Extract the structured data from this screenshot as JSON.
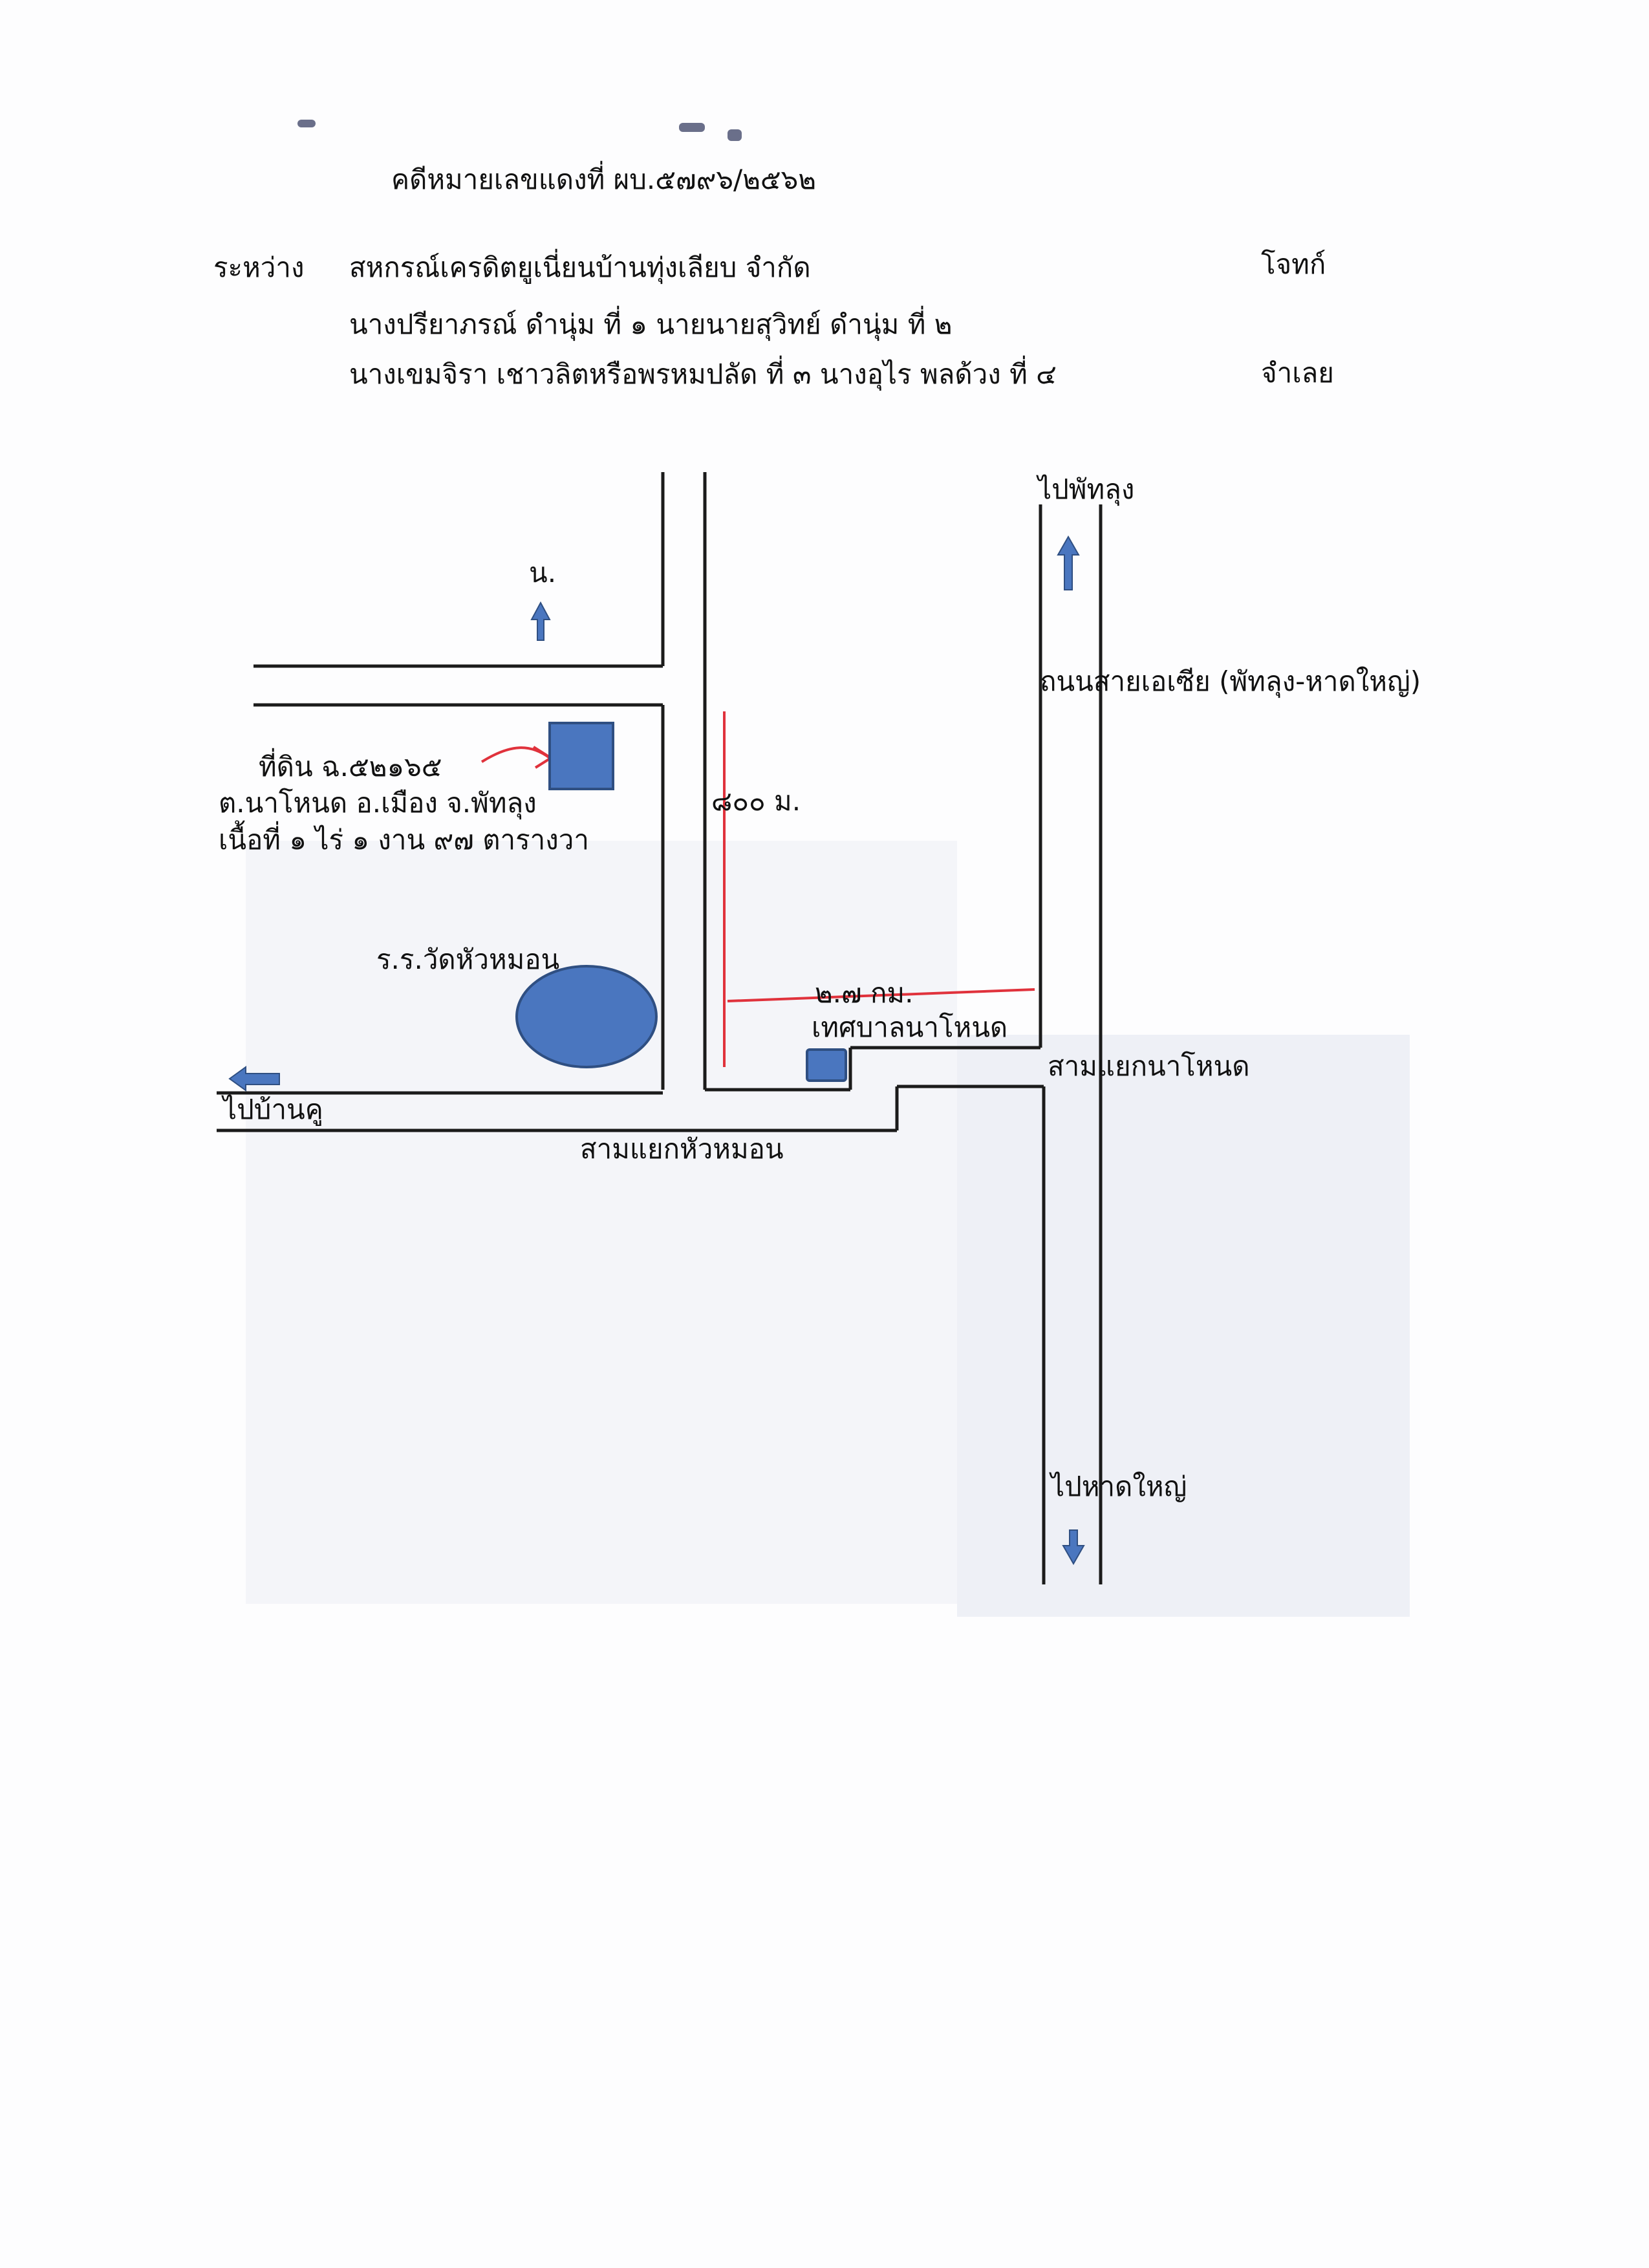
{
  "case": {
    "title": "คดีหมายเลขแดงที่ ผบ.๕๗๙๖/๒๕๖๒",
    "between_label": "ระหว่าง",
    "plaintiff_name": "สหกรณ์เครดิตยูเนี่ยนบ้านทุ่งเลียบ  จำกัด",
    "plaintiff_role": "โจทก์",
    "defendants_line1": "นางปรียาภรณ์  ดำนุ่ม  ที่ ๑   นายนายสุวิทย์  ดำนุ่ม   ที่ ๒",
    "defendants_line2": "นางเขมจิรา เชาวลิตหรือพรหมปลัด  ที่ ๓   นางอุไร  พลด้วง   ที่ ๔",
    "defendant_role": "จำเลย"
  },
  "map": {
    "north_label": "น.",
    "to_phatthalung": "ไปพัทลุง",
    "highway": "ถนนสายเอเซีย (พัทลุง-หาดใหญ่)",
    "land_title": "ที่ดิน ฉ.๕๒๑๖๕",
    "land_location": "ต.นาโหนด อ.เมือง จ.พัทลุง",
    "land_area": "เนื้อที่ ๑ ไร่ ๑ งาน ๙๗ ตารางวา",
    "distance_800": "๘๐๐ ม.",
    "school": "ร.ร.วัดหัวหมอน",
    "distance_27": "๒.๗ กม.",
    "municipality": "เทศบาลนาโหนด",
    "junction_nanode": "สามแยกนาโหนด",
    "to_bankhu": "ไปบ้านคู",
    "junction_huamon": "สามแยกหัวหมอน",
    "to_hatyai": "ไปหาดใหญ่"
  },
  "colors": {
    "shape_fill": "#4a76bf",
    "shape_stroke": "#2f4f82",
    "road": "#1b1b1b",
    "red_annotation": "#e0323c"
  }
}
